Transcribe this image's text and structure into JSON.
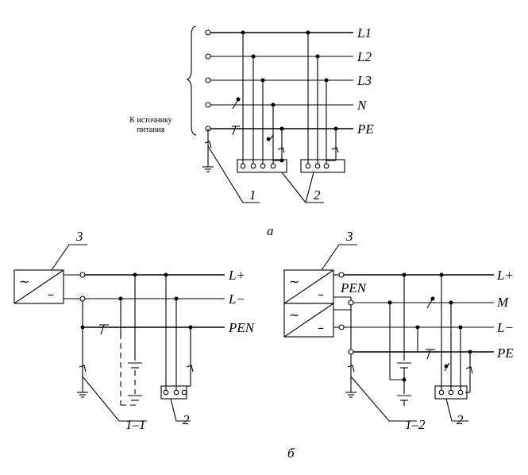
{
  "diagram_a": {
    "buses": [
      "L1",
      "L2",
      "L3",
      "N",
      "PE"
    ],
    "source_label_line1": "К источнику",
    "source_label_line2": "питания",
    "callout_1": "1",
    "callout_2": "2",
    "caption": "а"
  },
  "diagram_b_left": {
    "buses": [
      "L+",
      "L−",
      "PEN"
    ],
    "callout_3": "3",
    "callout_1_1": "1–1",
    "callout_2": "2",
    "source_symbol_ac": "~",
    "source_symbol_dc": "–"
  },
  "diagram_b_right": {
    "buses": [
      "L+",
      "M",
      "L−",
      "PE"
    ],
    "pen_label": "PEN",
    "callout_3": "3",
    "callout_1_2": "1–2",
    "callout_2": "2",
    "source_symbol_ac": "~",
    "source_symbol_dc": "–"
  },
  "caption_b": "б"
}
